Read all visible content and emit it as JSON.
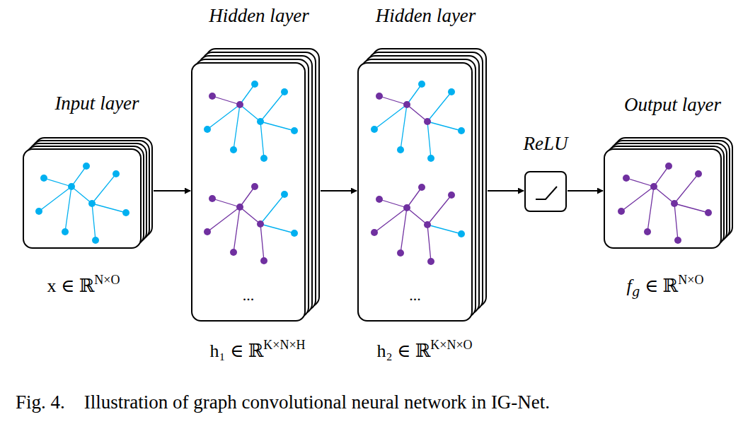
{
  "diagram": {
    "caption": "Fig. 4.    Illustration of graph convolutional neural network in IG-Net.",
    "nodes": [
      {
        "text": [
          "Input layer"
        ]
      },
      {
        "text": [
          "Hidden layer"
        ]
      },
      {
        "text": [
          "Hidden layer"
        ]
      },
      {
        "text": [
          "ReLU"
        ]
      },
      {
        "text": [
          "Output layer"
        ]
      }
    ],
    "edges": [
      {
        "from": 0,
        "to": 1,
        "arrow": "to"
      },
      {
        "from": 1,
        "to": 2,
        "arrow": "to"
      },
      {
        "from": 2,
        "to": 3,
        "arrow": "to"
      },
      {
        "from": 3,
        "to": 4,
        "arrow": "to"
      }
    ],
    "labels": [
      "x ∈ ℝ",
      "N×O",
      "...",
      "h₁ ∈ ℝ",
      "K×N×H",
      "...",
      "h₂ ∈ ℝ",
      "K×N×O",
      "f",
      "𝑔",
      " ∈ ℝ",
      "N×O"
    ]
  }
}
